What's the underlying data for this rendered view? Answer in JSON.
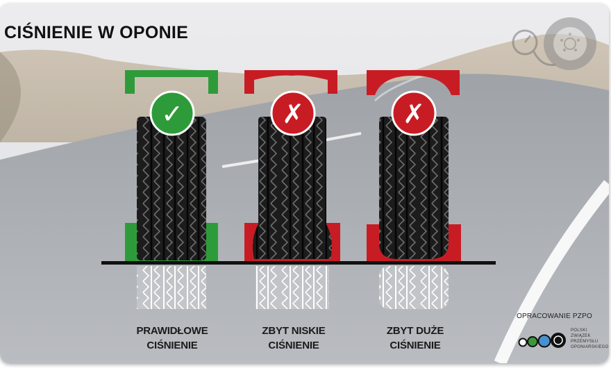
{
  "title": "CIŚNIENIE W OPONIE",
  "panels": [
    {
      "status": "ok",
      "mark": "✓",
      "color": "#2e9b3a",
      "caption_line1": "PRAWIDŁOWE",
      "caption_line2": "CIŚNIENIE"
    },
    {
      "status": "bad",
      "mark": "✗",
      "color": "#c81c24",
      "caption_line1": "ZBYT NISKIE",
      "caption_line2": "CIŚNIENIE"
    },
    {
      "status": "bad",
      "mark": "✗",
      "color": "#c81c24",
      "caption_line1": "ZBYT DUŻE",
      "caption_line2": "CIŚNIENIE"
    }
  ],
  "credit": "OPRACOWANIE PZPO",
  "logo": {
    "words": [
      "POLSKI",
      "ZWIĄZEK",
      "PRZEMYSŁU",
      "OPONIARSKIEGO"
    ],
    "dot_colors": [
      "#ffffff",
      "#3a9a3a",
      "#4a90d0",
      "#111111"
    ]
  },
  "icons": [
    "pressure-gauge-icon",
    "tire-wheel-icon",
    "checkmark-icon",
    "cross-icon"
  ]
}
